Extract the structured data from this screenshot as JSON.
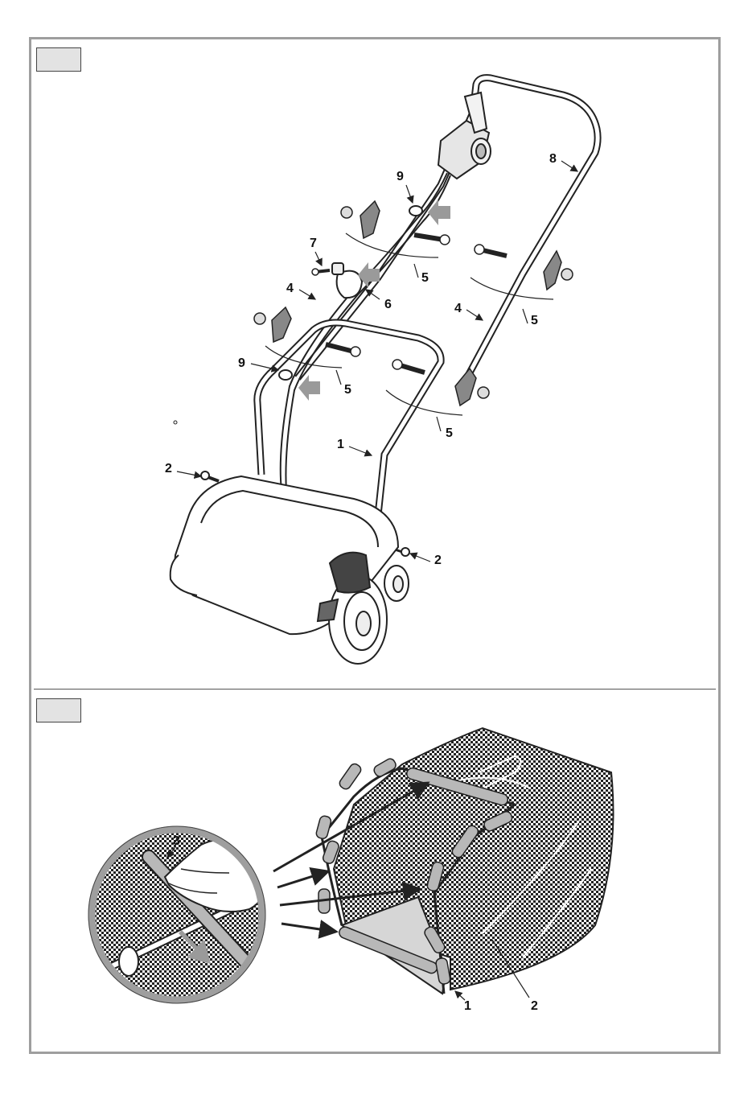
{
  "figure_top": {
    "box_label": "",
    "callouts": {
      "c1": "1",
      "c2a": "2",
      "c2b": "2",
      "c4a": "4",
      "c4b": "4",
      "c5a": "5",
      "c5b": "5",
      "c5c": "5",
      "c5d": "5",
      "c6": "6",
      "c7": "7",
      "c8": "8",
      "c9a": "9",
      "c9b": "9"
    }
  },
  "figure_bottom": {
    "box_label": "",
    "callouts": {
      "c1": "1",
      "c2": "2",
      "c3": "3"
    }
  },
  "colors": {
    "line": "#222222",
    "frame": "#9e9e9e",
    "fig_box": "#e3e3e3",
    "arrow_grey": "#9a9a9a",
    "bag_fill": "#cfcfcf"
  }
}
